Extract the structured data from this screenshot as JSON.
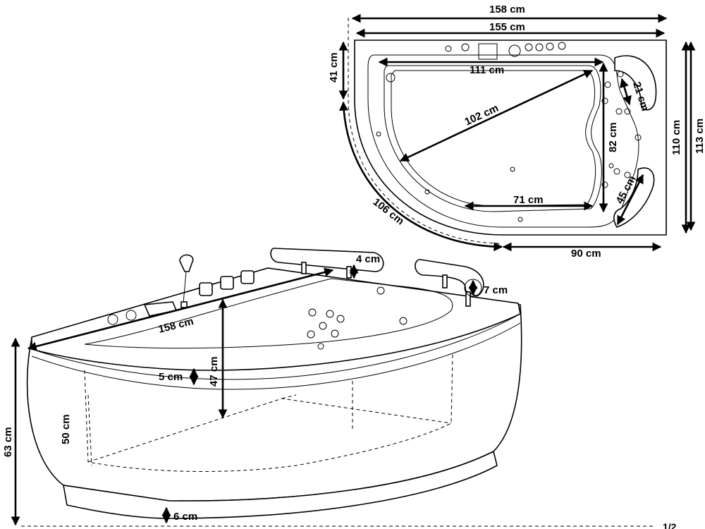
{
  "top_view": {
    "outer_width": "158 cm",
    "rim_width": "155 cm",
    "back_depth": "41 cm",
    "basin_length": "111 cm",
    "diagonal": "102 cm",
    "basin_depth": "82 cm",
    "headrest_1": "21 cm",
    "headrest_2": "45 cm",
    "basin_bottom": "71 cm",
    "side_depth": "110 cm",
    "overall_depth": "113 cm",
    "curve_length": "106 cm",
    "front_straight": "90 cm"
  },
  "front_view": {
    "top_length": "158 cm",
    "rim_height": "4 cm",
    "pillow_height": "7 cm",
    "inner_depth": "47 cm",
    "rim_thickness": "5 cm",
    "apron_height": "50 cm",
    "total_height": "63 cm",
    "base_height": "6 cm"
  },
  "page_marker": "1/2"
}
